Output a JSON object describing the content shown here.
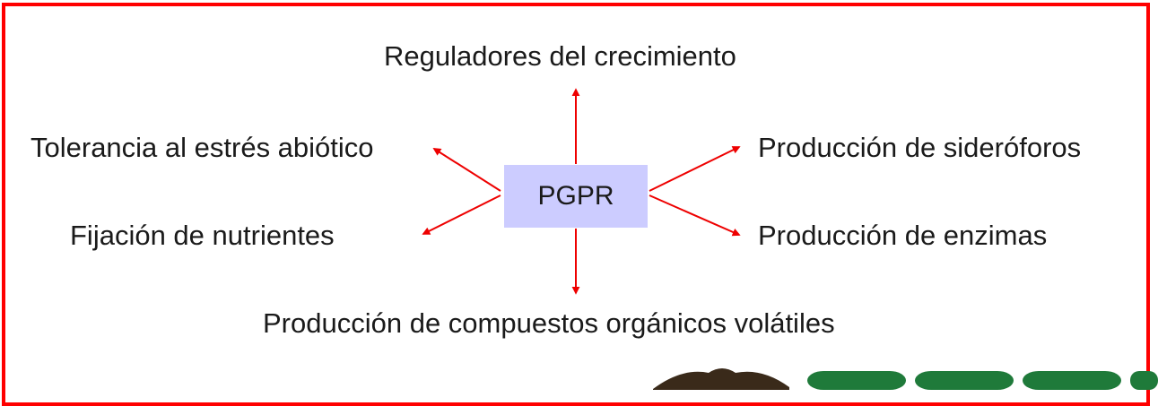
{
  "diagram": {
    "center": "PGPR",
    "top": "Reguladores del crecimiento",
    "top_left": "Tolerancia al estrés abiótico",
    "top_right": "Producción de sideróforos",
    "bottom_left": "Fijación de nutrientes",
    "bottom_right": "Producción de enzimas",
    "bottom": "Producción de compuestos orgánicos volátiles"
  },
  "colors": {
    "frame": "#ff0000",
    "arrow": "#ee0000",
    "center_box": "#ccccff",
    "logo_green": "#1f7a3a"
  }
}
